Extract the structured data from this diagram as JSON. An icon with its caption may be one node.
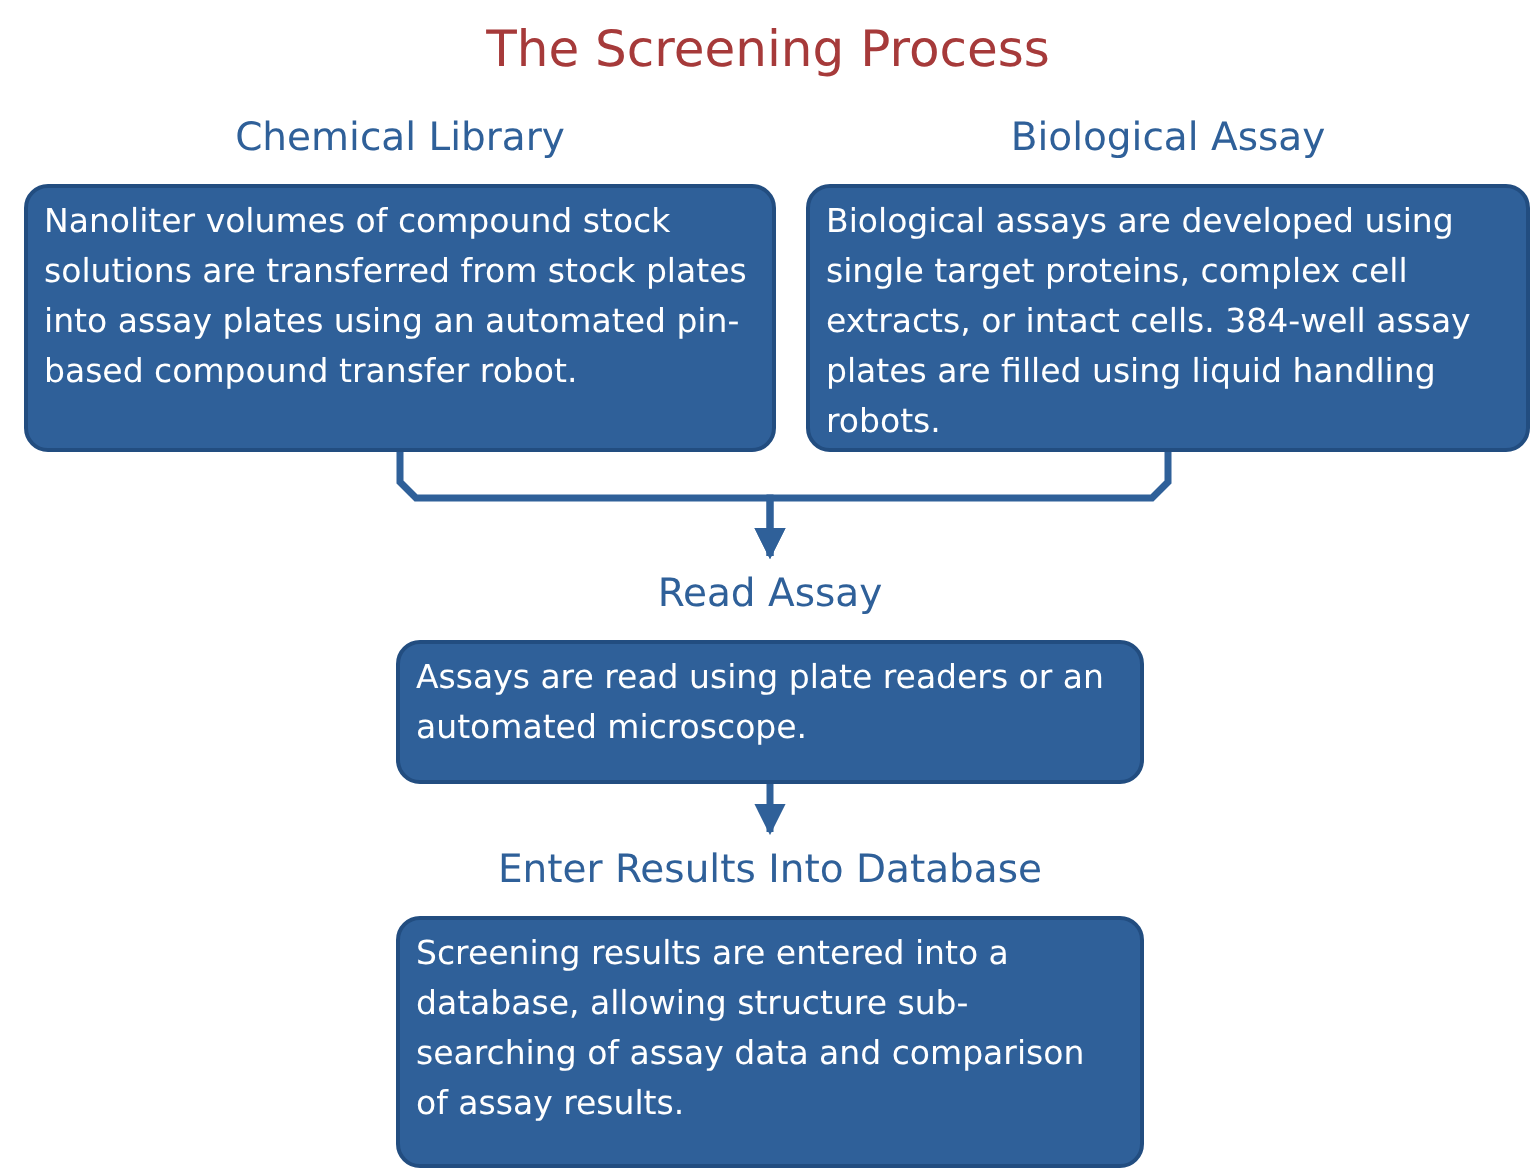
{
  "diagram": {
    "title": "The Screening Process",
    "nodes": [
      {
        "text": [
          "Chemical Library",
          "Nanoliter volumes of compound stock solutions are transferred from stock plates into assay plates using an automated pin-based compound transfer robot."
        ]
      },
      {
        "text": [
          "Biological Assay",
          "Biological assays are developed using single target proteins, complex cell extracts, or intact cells. 384-well assay plates are filled using liquid handling robots."
        ]
      },
      {
        "text": [
          "Read Assay",
          "Assays are read using plate readers or an automated microscope."
        ]
      },
      {
        "text": [
          "Enter Results Into Database",
          "Screening results are entered into a database, allowing structure sub-searching of assay data and comparison of assay results."
        ]
      }
    ],
    "edges": [
      {
        "from": 0,
        "to": 2,
        "arrow": "to"
      },
      {
        "from": 1,
        "to": 2,
        "arrow": "to"
      },
      {
        "from": 2,
        "to": 3,
        "arrow": "to"
      }
    ]
  }
}
